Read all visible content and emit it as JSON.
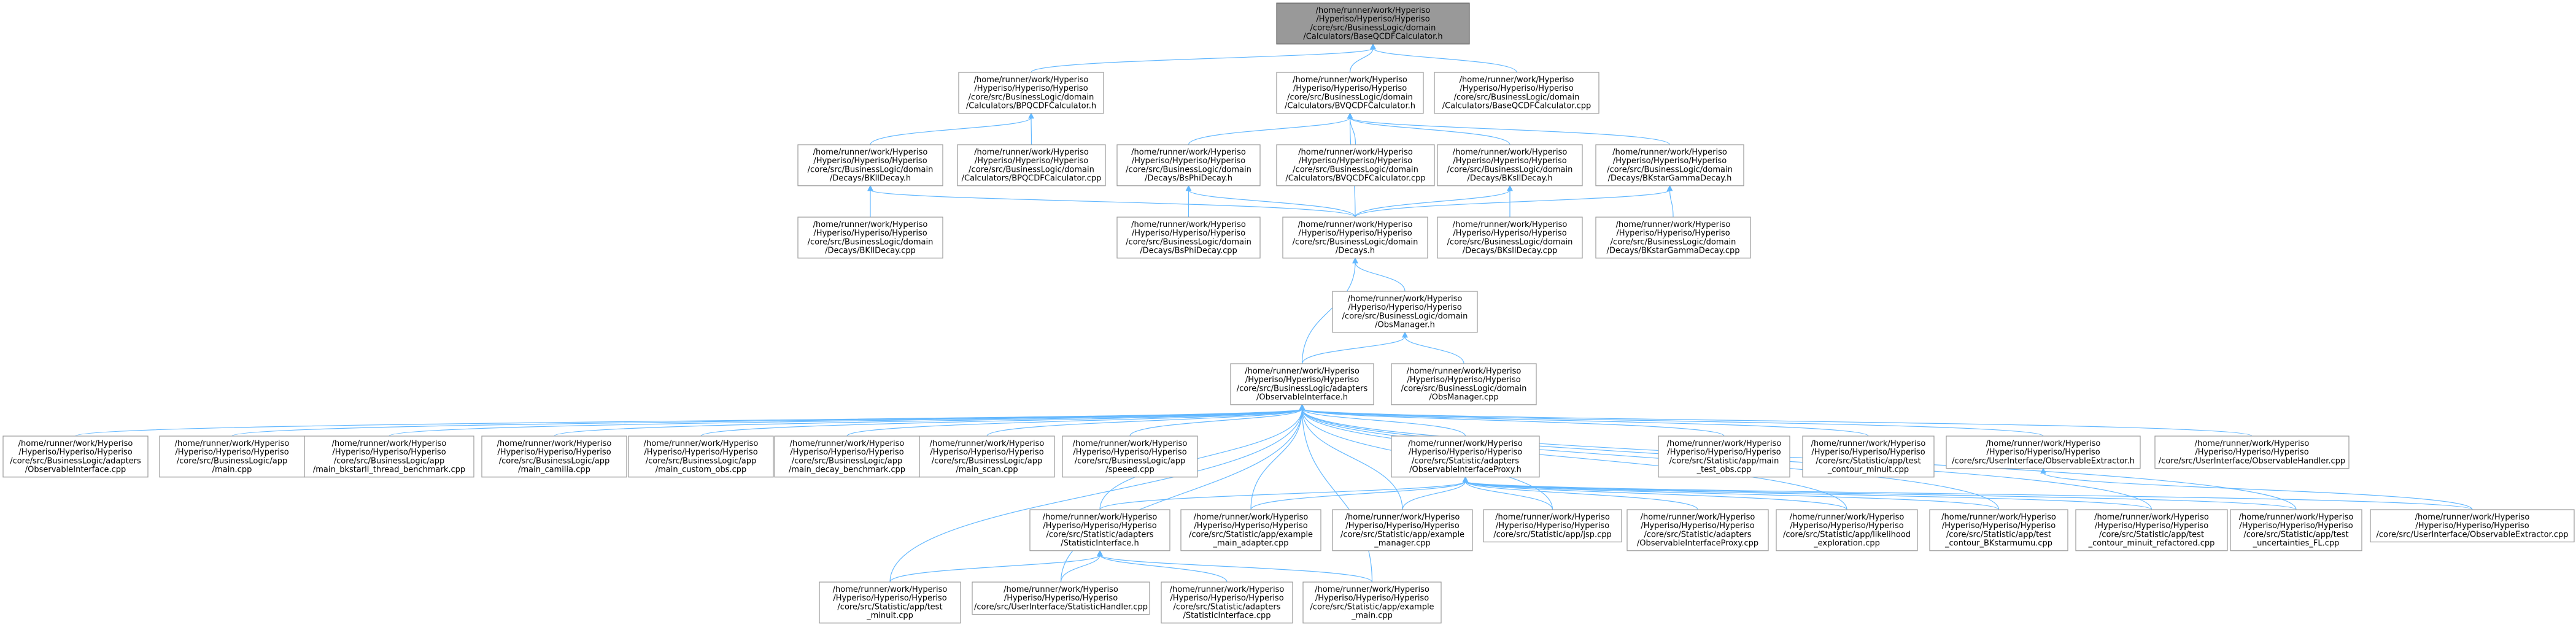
{
  "diagram_title": "",
  "colors": {
    "edge": "#63b8ff",
    "node_border": "#999999",
    "root_fill": "#999999",
    "node_fill": "#ffffff"
  },
  "nodes": {
    "basecdf_h": [
      "/home/runner/work/Hyperiso",
      "/Hyperiso/Hyperiso/Hyperiso",
      "/core/src/BusinessLogic/domain",
      "/Calculators/BaseQCDFCalculator.h"
    ],
    "bpqcdf_h": [
      "/home/runner/work/Hyperiso",
      "/Hyperiso/Hyperiso/Hyperiso",
      "/core/src/BusinessLogic/domain",
      "/Calculators/BPQCDFCalculator.h"
    ],
    "bvqcdf_h": [
      "/home/runner/work/Hyperiso",
      "/Hyperiso/Hyperiso/Hyperiso",
      "/core/src/BusinessLogic/domain",
      "/Calculators/BVQCDFCalculator.h"
    ],
    "basecdf_cpp": [
      "/home/runner/work/Hyperiso",
      "/Hyperiso/Hyperiso/Hyperiso",
      "/core/src/BusinessLogic/domain",
      "/Calculators/BaseQCDFCalculator.cpp"
    ],
    "bklldecay_h": [
      "/home/runner/work/Hyperiso",
      "/Hyperiso/Hyperiso/Hyperiso",
      "/core/src/BusinessLogic/domain",
      "/Decays/BKllDecay.h"
    ],
    "bpqcdf_cpp": [
      "/home/runner/work/Hyperiso",
      "/Hyperiso/Hyperiso/Hyperiso",
      "/core/src/BusinessLogic/domain",
      "/Calculators/BPQCDFCalculator.cpp"
    ],
    "bsphi_h": [
      "/home/runner/work/Hyperiso",
      "/Hyperiso/Hyperiso/Hyperiso",
      "/core/src/BusinessLogic/domain",
      "/Decays/BsPhiDecay.h"
    ],
    "bvqcdf_cpp": [
      "/home/runner/work/Hyperiso",
      "/Hyperiso/Hyperiso/Hyperiso",
      "/core/src/BusinessLogic/domain",
      "/Calculators/BVQCDFCalculator.cpp"
    ],
    "bkstll_h": [
      "/home/runner/work/Hyperiso",
      "/Hyperiso/Hyperiso/Hyperiso",
      "/core/src/BusinessLogic/domain",
      "/Decays/BKsllDecay.h"
    ],
    "bkgamma_h": [
      "/home/runner/work/Hyperiso",
      "/Hyperiso/Hyperiso/Hyperiso",
      "/core/src/BusinessLogic/domain",
      "/Decays/BKstarGammaDecay.h"
    ],
    "bklldecay_cpp": [
      "/home/runner/work/Hyperiso",
      "/Hyperiso/Hyperiso/Hyperiso",
      "/core/src/BusinessLogic/domain",
      "/Decays/BKllDecay.cpp"
    ],
    "bsphi_cpp": [
      "/home/runner/work/Hyperiso",
      "/Hyperiso/Hyperiso/Hyperiso",
      "/core/src/BusinessLogic/domain",
      "/Decays/BsPhiDecay.cpp"
    ],
    "decays_h": [
      "/home/runner/work/Hyperiso",
      "/Hyperiso/Hyperiso/Hyperiso",
      "/core/src/BusinessLogic/domain",
      "/Decays.h"
    ],
    "bkstll_cpp": [
      "/home/runner/work/Hyperiso",
      "/Hyperiso/Hyperiso/Hyperiso",
      "/core/src/BusinessLogic/domain",
      "/Decays/BKsllDecay.cpp"
    ],
    "bkgamma_cpp": [
      "/home/runner/work/Hyperiso",
      "/Hyperiso/Hyperiso/Hyperiso",
      "/core/src/BusinessLogic/domain",
      "/Decays/BKstarGammaDecay.cpp"
    ],
    "obsmanager_h": [
      "/home/runner/work/Hyperiso",
      "/Hyperiso/Hyperiso/Hyperiso",
      "/core/src/BusinessLogic/domain",
      "/ObsManager.h"
    ],
    "obsinterface_h": [
      "/home/runner/work/Hyperiso",
      "/Hyperiso/Hyperiso/Hyperiso",
      "/core/src/BusinessLogic/adapters",
      "/ObservableInterface.h"
    ],
    "obsmanager_cpp": [
      "/home/runner/work/Hyperiso",
      "/Hyperiso/Hyperiso/Hyperiso",
      "/core/src/BusinessLogic/domain",
      "/ObsManager.cpp"
    ],
    "obsinterface_cpp": [
      "/home/runner/work/Hyperiso",
      "/Hyperiso/Hyperiso/Hyperiso",
      "/core/src/BusinessLogic/adapters",
      "/ObservableInterface.cpp"
    ],
    "main_cpp": [
      "/home/runner/work/Hyperiso",
      "/Hyperiso/Hyperiso/Hyperiso",
      "/core/src/BusinessLogic/app",
      "/main.cpp"
    ],
    "main_bkstarll": [
      "/home/runner/work/Hyperiso",
      "/Hyperiso/Hyperiso/Hyperiso",
      "/core/src/BusinessLogic/app",
      "/main_bkstarll_thread_benchmark.cpp"
    ],
    "main_camilia": [
      "/home/runner/work/Hyperiso",
      "/Hyperiso/Hyperiso/Hyperiso",
      "/core/src/BusinessLogic/app",
      "/main_camilia.cpp"
    ],
    "main_custom": [
      "/home/runner/work/Hyperiso",
      "/Hyperiso/Hyperiso/Hyperiso",
      "/core/src/BusinessLogic/app",
      "/main_custom_obs.cpp"
    ],
    "main_decay": [
      "/home/runner/work/Hyperiso",
      "/Hyperiso/Hyperiso/Hyperiso",
      "/core/src/BusinessLogic/app",
      "/main_decay_benchmark.cpp"
    ],
    "main_scan": [
      "/home/runner/work/Hyperiso",
      "/Hyperiso/Hyperiso/Hyperiso",
      "/core/src/BusinessLogic/app",
      "/main_scan.cpp"
    ],
    "speeed": [
      "/home/runner/work/Hyperiso",
      "/Hyperiso/Hyperiso/Hyperiso",
      "/core/src/BusinessLogic/app",
      "/speeed.cpp"
    ],
    "obsproxy_h": [
      "/home/runner/work/Hyperiso",
      "/Hyperiso/Hyperiso/Hyperiso",
      "/core/src/Statistic/adapters",
      "/ObservableInterfaceProxy.h"
    ],
    "stat_main_test": [
      "/home/runner/work/Hyperiso",
      "/Hyperiso/Hyperiso/Hyperiso",
      "/core/src/Statistic/app/main",
      "_test_obs.cpp"
    ],
    "stat_contour_minuit": [
      "/home/runner/work/Hyperiso",
      "/Hyperiso/Hyperiso/Hyperiso",
      "/core/src/Statistic/app/test",
      "_contour_minuit.cpp"
    ],
    "obsextractor_h": [
      "/home/runner/work/Hyperiso",
      "/Hyperiso/Hyperiso/Hyperiso",
      "/core/src/UserInterface/ObservableExtractor.h"
    ],
    "obshandler_cpp": [
      "/home/runner/work/Hyperiso",
      "/Hyperiso/Hyperiso/Hyperiso",
      "/core/src/UserInterface/ObservableHandler.cpp"
    ],
    "statinterface_h": [
      "/home/runner/work/Hyperiso",
      "/Hyperiso/Hyperiso/Hyperiso",
      "/core/src/Statistic/adapters",
      "/StatisticInterface.h"
    ],
    "example_main_adapter": [
      "/home/runner/work/Hyperiso",
      "/Hyperiso/Hyperiso/Hyperiso",
      "/core/src/Statistic/app/example",
      "_main_adapter.cpp"
    ],
    "example_manager": [
      "/home/runner/work/Hyperiso",
      "/Hyperiso/Hyperiso/Hyperiso",
      "/core/src/Statistic/app/example",
      "_manager.cpp"
    ],
    "stat_jsp": [
      "/home/runner/work/Hyperiso",
      "/Hyperiso/Hyperiso/Hyperiso",
      "/core/src/Statistic/app/jsp.cpp"
    ],
    "obsproxy_cpp": [
      "/home/runner/work/Hyperiso",
      "/Hyperiso/Hyperiso/Hyperiso",
      "/core/src/Statistic/adapters",
      "/ObservableInterfaceProxy.cpp"
    ],
    "likelihood": [
      "/home/runner/work/Hyperiso",
      "/Hyperiso/Hyperiso/Hyperiso",
      "/core/src/Statistic/app/likelihood",
      "_exploration.cpp"
    ],
    "contour_bkstar": [
      "/home/runner/work/Hyperiso",
      "/Hyperiso/Hyperiso/Hyperiso",
      "/core/src/Statistic/app/test",
      "_contour_BKstarmumu.cpp"
    ],
    "contour_refactored": [
      "/home/runner/work/Hyperiso",
      "/Hyperiso/Hyperiso/Hyperiso",
      "/core/src/Statistic/app/test",
      "_contour_minuit_refactored.cpp"
    ],
    "uncertainties": [
      "/home/runner/work/Hyperiso",
      "/Hyperiso/Hyperiso/Hyperiso",
      "/core/src/Statistic/app/test",
      "_uncertainties_FL.cpp"
    ],
    "obsextractor_cpp": [
      "/home/runner/work/Hyperiso",
      "/Hyperiso/Hyperiso/Hyperiso",
      "/core/src/UserInterface/ObservableExtractor.cpp"
    ],
    "test_minuit": [
      "/home/runner/work/Hyperiso",
      "/Hyperiso/Hyperiso/Hyperiso",
      "/core/src/Statistic/app/test",
      "_minuit.cpp"
    ],
    "stathandler_cpp": [
      "/home/runner/work/Hyperiso",
      "/Hyperiso/Hyperiso/Hyperiso",
      "/core/src/UserInterface/StatisticHandler.cpp"
    ],
    "statinterface_cpp": [
      "/home/runner/work/Hyperiso",
      "/Hyperiso/Hyperiso/Hyperiso",
      "/core/src/Statistic/adapters",
      "/StatisticInterface.cpp"
    ],
    "example_main": [
      "/home/runner/work/Hyperiso",
      "/Hyperiso/Hyperiso/Hyperiso",
      "/core/src/Statistic/app/example",
      "_main.cpp"
    ]
  }
}
